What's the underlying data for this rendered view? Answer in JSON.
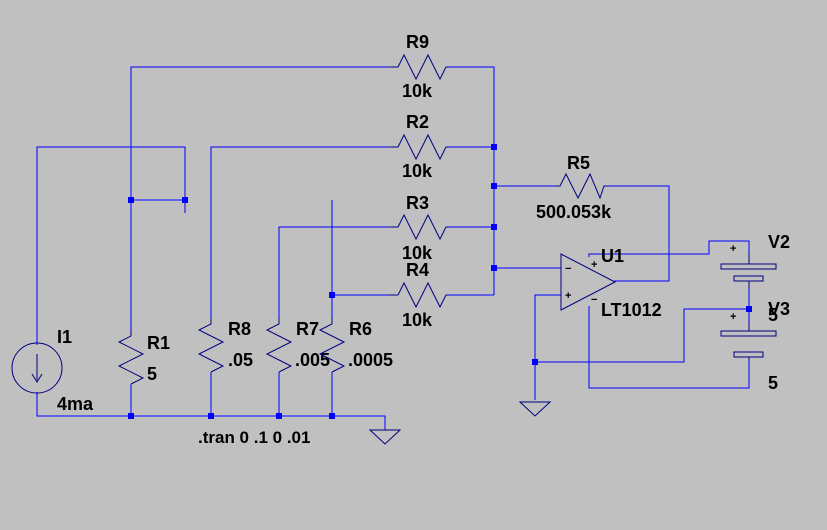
{
  "colors": {
    "background": "#c0c0c0",
    "wire": "#0000ff",
    "component": "#000080",
    "text": "#000000"
  },
  "components": {
    "R9": {
      "name": "R9",
      "value": "10k"
    },
    "R2": {
      "name": "R2",
      "value": "10k"
    },
    "R3": {
      "name": "R3",
      "value": "10k"
    },
    "R4": {
      "name": "R4",
      "value": "10k"
    },
    "R5": {
      "name": "R5",
      "value": "500.053k"
    },
    "R1": {
      "name": "R1",
      "value": "5"
    },
    "R8": {
      "name": "R8",
      "value": ".05"
    },
    "R7": {
      "name": "R7",
      "value": ".005"
    },
    "R6": {
      "name": "R6",
      "value": ".0005"
    },
    "I1": {
      "name": "I1",
      "value": "4ma"
    },
    "U1": {
      "name": "U1",
      "value": "LT1012"
    },
    "V2": {
      "name": "V2",
      "value": "5"
    },
    "V3": {
      "name": "V3",
      "value": "5"
    }
  },
  "directive": ".tran 0 .1 0 .01",
  "symbols": {
    "plus": "+",
    "minus": "−"
  }
}
